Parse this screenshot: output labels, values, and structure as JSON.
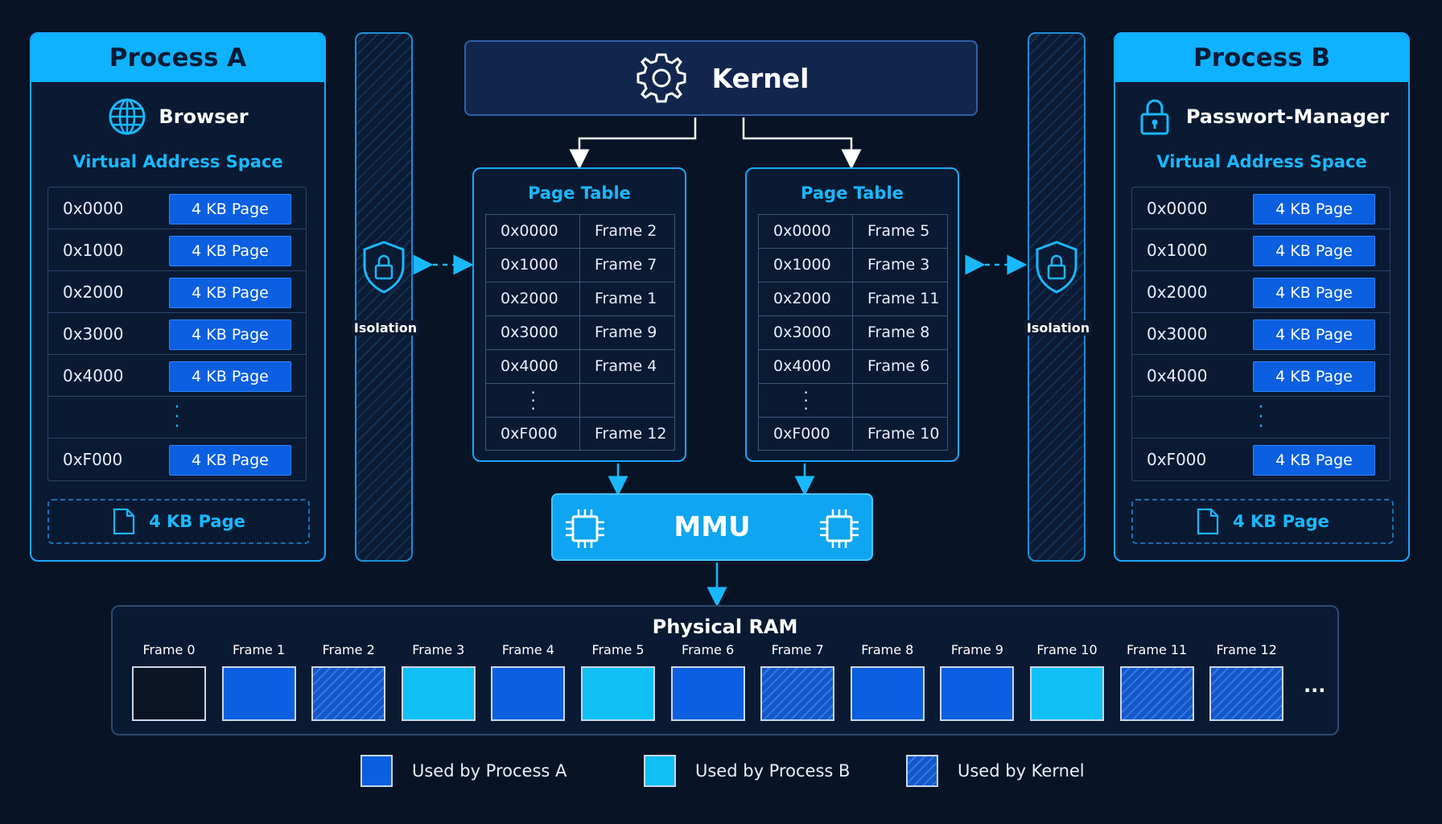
{
  "process_a": {
    "title": "Process A",
    "app": "Browser",
    "app_icon": "globe-icon",
    "vas_title": "Virtual Address Space",
    "rows": [
      {
        "addr": "0x0000",
        "page": "4 KB Page"
      },
      {
        "addr": "0x1000",
        "page": "4 KB Page"
      },
      {
        "addr": "0x2000",
        "page": "4 KB Page"
      },
      {
        "addr": "0x3000",
        "page": "4 KB Page"
      },
      {
        "addr": "0x4000",
        "page": "4 KB Page"
      },
      {
        "addr": "0xF000",
        "page": "4 KB Page"
      }
    ],
    "page_legend": "4 KB Page"
  },
  "process_b": {
    "title": "Process B",
    "app": "Passwort-Manager",
    "app_icon": "lock-icon",
    "vas_title": "Virtual Address Space",
    "rows": [
      {
        "addr": "0x0000",
        "page": "4 KB Page"
      },
      {
        "addr": "0x1000",
        "page": "4 KB Page"
      },
      {
        "addr": "0x2000",
        "page": "4 KB Page"
      },
      {
        "addr": "0x3000",
        "page": "4 KB Page"
      },
      {
        "addr": "0x4000",
        "page": "4 KB Page"
      },
      {
        "addr": "0xF000",
        "page": "4 KB Page"
      }
    ],
    "page_legend": "4 KB Page"
  },
  "isolation": {
    "left": "Isolation",
    "right": "Isolation"
  },
  "kernel": {
    "label": "Kernel",
    "icon": "gear-icon"
  },
  "page_table_a": {
    "title": "Page Table",
    "rows": [
      {
        "addr": "0x0000",
        "frame": "Frame 2"
      },
      {
        "addr": "0x1000",
        "frame": "Frame 7"
      },
      {
        "addr": "0x2000",
        "frame": "Frame 1"
      },
      {
        "addr": "0x3000",
        "frame": "Frame 9"
      },
      {
        "addr": "0x4000",
        "frame": "Frame 4"
      },
      {
        "addr": "0xF000",
        "frame": "Frame 12"
      }
    ]
  },
  "page_table_b": {
    "title": "Page Table",
    "rows": [
      {
        "addr": "0x0000",
        "frame": "Frame 5"
      },
      {
        "addr": "0x1000",
        "frame": "Frame 3"
      },
      {
        "addr": "0x2000",
        "frame": "Frame 11"
      },
      {
        "addr": "0x3000",
        "frame": "Frame 8"
      },
      {
        "addr": "0x4000",
        "frame": "Frame 6"
      },
      {
        "addr": "0xF000",
        "frame": "Frame 10"
      }
    ]
  },
  "mmu": {
    "label": "MMU",
    "icon": "chip-icon"
  },
  "ram": {
    "title": "Physical RAM",
    "frames": [
      {
        "label": "Frame 0",
        "owner": "none"
      },
      {
        "label": "Frame 1",
        "owner": "a"
      },
      {
        "label": "Frame 2",
        "owner": "kernel"
      },
      {
        "label": "Frame 3",
        "owner": "b"
      },
      {
        "label": "Frame 4",
        "owner": "a"
      },
      {
        "label": "Frame 5",
        "owner": "b"
      },
      {
        "label": "Frame 6",
        "owner": "a"
      },
      {
        "label": "Frame 7",
        "owner": "kernel"
      },
      {
        "label": "Frame 8",
        "owner": "a"
      },
      {
        "label": "Frame 9",
        "owner": "a"
      },
      {
        "label": "Frame 10",
        "owner": "b"
      },
      {
        "label": "Frame 11",
        "owner": "kernel"
      },
      {
        "label": "Frame 12",
        "owner": "kernel"
      }
    ],
    "more": "..."
  },
  "legend": {
    "process_a": "Used by Process A",
    "process_b": "Used by Process B",
    "kernel": "Used by Kernel"
  },
  "colors": {
    "background": "#081426",
    "accent": "#0fb2ff",
    "process_a": "#0b5fe0",
    "process_b": "#10c0f5",
    "kernel": "#1656c8"
  }
}
